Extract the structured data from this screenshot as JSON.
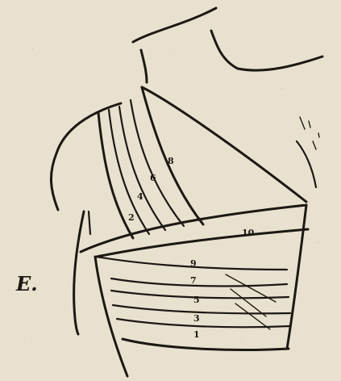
{
  "figure": {
    "letter": "E.",
    "turn_numbers": [
      "1",
      "2",
      "3",
      "4",
      "5",
      "6",
      "7",
      "8",
      "9",
      "10"
    ]
  }
}
